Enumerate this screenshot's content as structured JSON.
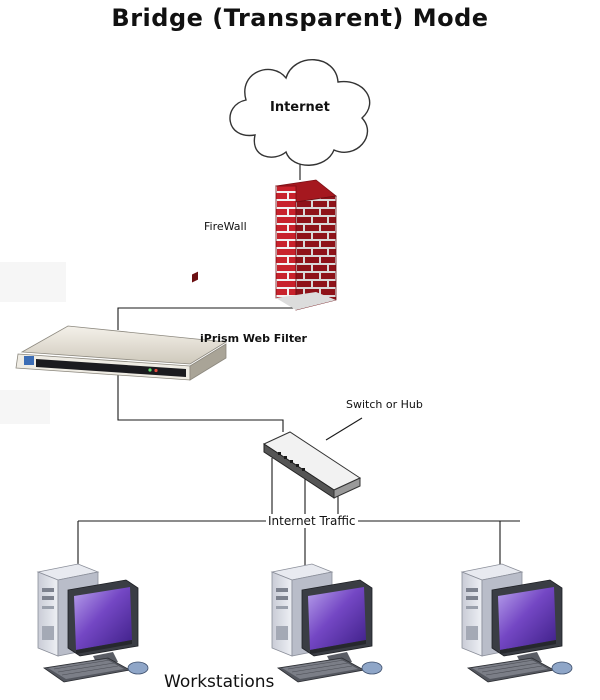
{
  "diagram": {
    "title": "Bridge (Transparent) Mode",
    "labels": {
      "internet": "Internet",
      "firewall": "FireWall",
      "filter": "iPrism Web Filter",
      "switch": "Switch or Hub",
      "traffic": "Internet Traffic",
      "workstations": "Workstations"
    },
    "nodes": [
      {
        "id": "internet",
        "icon": "cloud-icon"
      },
      {
        "id": "firewall",
        "icon": "brick-wall-icon",
        "color": "#c8222c"
      },
      {
        "id": "filter",
        "icon": "rack-server-icon"
      },
      {
        "id": "switch",
        "icon": "network-switch-icon"
      },
      {
        "id": "workstation-1",
        "icon": "desktop-computer-icon"
      },
      {
        "id": "workstation-2",
        "icon": "desktop-computer-icon"
      },
      {
        "id": "workstation-3",
        "icon": "desktop-computer-icon"
      }
    ],
    "colors": {
      "brick": "#c8222c",
      "monitor_screen": "#6b3fb8",
      "line": "#1a1a1a"
    }
  }
}
